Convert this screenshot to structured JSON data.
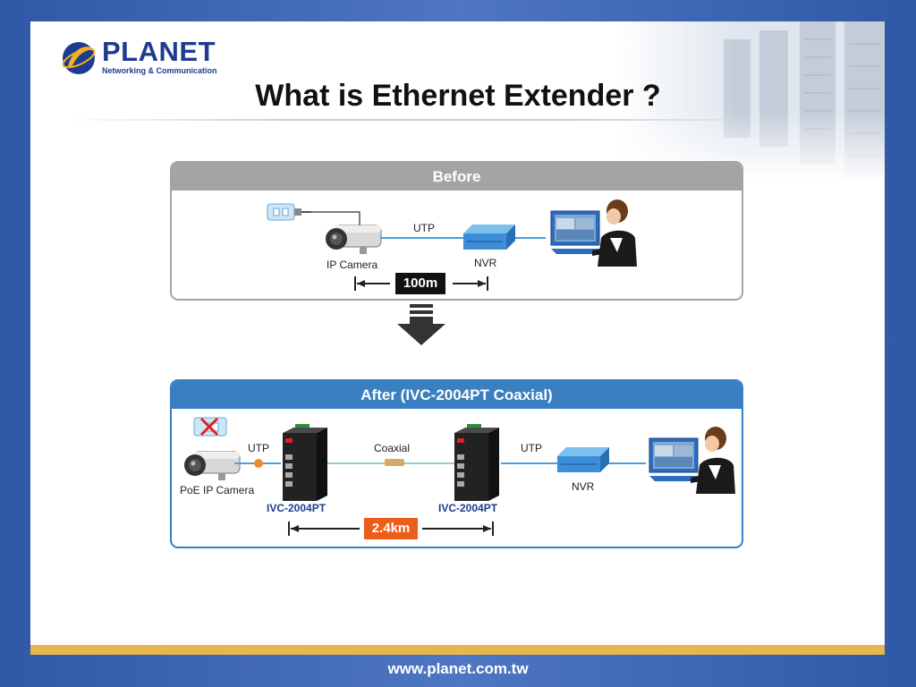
{
  "header": {
    "logo_name": "PLANET",
    "logo_tagline": "Networking & Communication",
    "title": "What is Ethernet Extender ?"
  },
  "before": {
    "heading": "Before",
    "camera_label": "IP Camera",
    "cable_label": "UTP",
    "nvr_label": "NVR",
    "distance": "100m"
  },
  "after": {
    "heading": "After (IVC-2004PT Coaxial)",
    "camera_label": "PoE IP Camera",
    "cable_left_label": "UTP",
    "cable_mid_label": "Coaxial",
    "cable_right_label": "UTP",
    "device_left_label": "IVC-2004PT",
    "device_right_label": "IVC-2004PT",
    "nvr_label": "NVR",
    "distance": "2.4km"
  },
  "footer": {
    "url": "www.planet.com.tw"
  },
  "colors": {
    "brand_blue": "#1d3c8f",
    "before_header": "#a4a4a4",
    "after_header": "#3a7fc1",
    "distance_after": "#ec5d1a",
    "accent_bar": "#e8b64e"
  },
  "icons": [
    "planet-logo-icon",
    "server-room-image",
    "power-adapter-icon",
    "ip-camera-icon",
    "nvr-icon",
    "operator-at-monitor-icon",
    "down-arrow-icon",
    "media-converter-icon",
    "no-power-icon"
  ]
}
